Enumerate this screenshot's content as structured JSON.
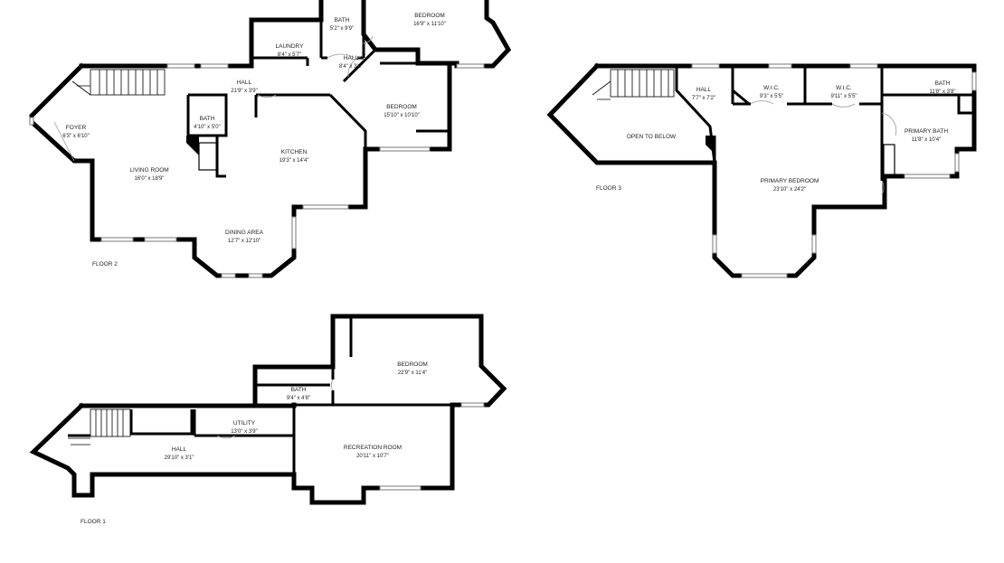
{
  "floors": {
    "floor2": {
      "label": "FLOOR 2",
      "rooms": [
        {
          "id": "bath_top",
          "name": "BATH",
          "dim": "5'2\" x 9'9\""
        },
        {
          "id": "bedroom_top",
          "name": "BEDROOM",
          "dim": "16'9\" x 11'10\""
        },
        {
          "id": "laundry",
          "name": "LAUNDRY",
          "dim": "8'4\" x 5'7\""
        },
        {
          "id": "hall_small",
          "name": "HALL",
          "dim": "8'4\" x 3'6\""
        },
        {
          "id": "hall_main",
          "name": "HALL",
          "dim": "21'9\" x 3'9\""
        },
        {
          "id": "foyer",
          "name": "FOYER",
          "dim": "6'3\" x 6'10\""
        },
        {
          "id": "bath_mid",
          "name": "BATH",
          "dim": "4'10\" x 5'0\""
        },
        {
          "id": "bedroom_mid",
          "name": "BEDROOM",
          "dim": "15'10\" x 10'10\""
        },
        {
          "id": "kitchen",
          "name": "KITCHEN",
          "dim": "19'3\" x 14'4\""
        },
        {
          "id": "living",
          "name": "LIVING ROOM",
          "dim": "16'0\" x 18'9\""
        },
        {
          "id": "dining",
          "name": "DINING AREA",
          "dim": "12'7\" x 12'10\""
        }
      ]
    },
    "floor3": {
      "label": "FLOOR 3",
      "rooms": [
        {
          "id": "hall",
          "name": "HALL",
          "dim": "7'7\" x 7'2\""
        },
        {
          "id": "wic1",
          "name": "W.I.C.",
          "dim": "9'3\" x 5'5\""
        },
        {
          "id": "wic2",
          "name": "W.I.C.",
          "dim": "9'11\" x 5'5\""
        },
        {
          "id": "bath",
          "name": "BATH",
          "dim": "11'8\" x 3'8\""
        },
        {
          "id": "open",
          "name": "OPEN TO BELOW",
          "dim": ""
        },
        {
          "id": "primary_bath",
          "name": "PRIMARY BATH",
          "dim": "11'8\" x 10'4\""
        },
        {
          "id": "primary_bed",
          "name": "PRIMARY BEDROOM",
          "dim": "23'10\" x 24'2\""
        }
      ]
    },
    "floor1": {
      "label": "FLOOR 1",
      "rooms": [
        {
          "id": "bedroom",
          "name": "BEDROOM",
          "dim": "22'9\" x 11'4\""
        },
        {
          "id": "bath",
          "name": "BATH",
          "dim": "9'4\" x 4'8\""
        },
        {
          "id": "utility",
          "name": "UTILITY",
          "dim": "13'0\" x 3'9\""
        },
        {
          "id": "hall",
          "name": "HALL",
          "dim": "29'10\" x 3'1\""
        },
        {
          "id": "recreation",
          "name": "RECREATION ROOM",
          "dim": "20'11\" x 10'7\""
        }
      ]
    }
  }
}
